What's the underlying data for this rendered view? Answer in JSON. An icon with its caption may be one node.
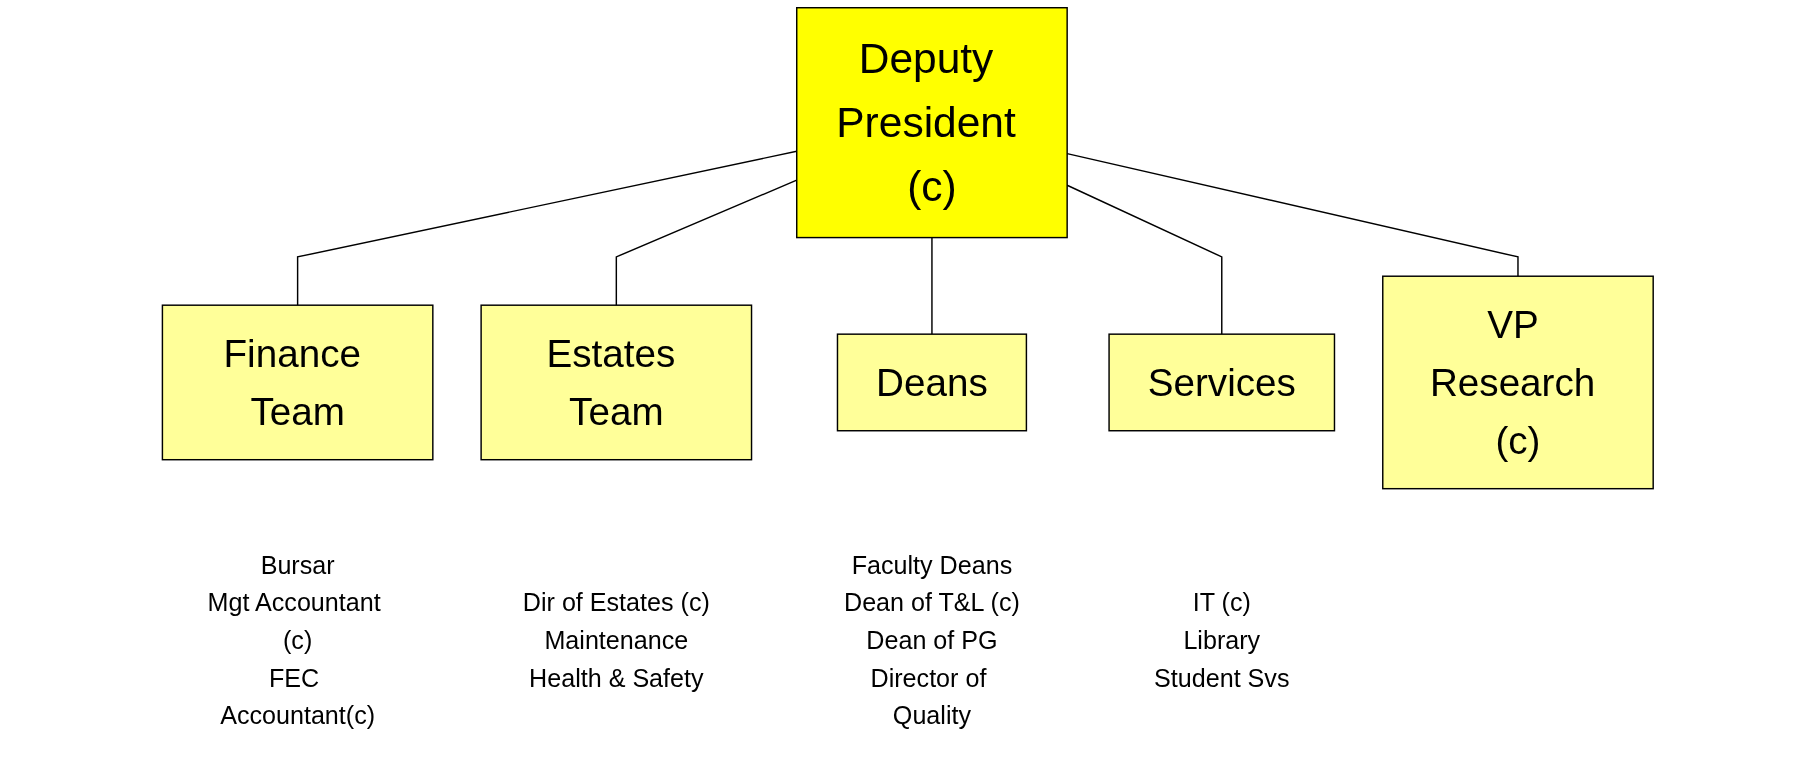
{
  "diagram": {
    "nodes": [
      {
        "text": [
          "Deputy President (c)"
        ]
      },
      {
        "text": [
          "Finance Team"
        ],
        "beside": [
          "Bursar",
          "Mgt Accountant (c)",
          "FEC Accountant(c)"
        ]
      },
      {
        "text": [
          "Estates Team"
        ],
        "beside": [
          "Dir of Estates (c)",
          "Maintenance",
          "Health & Safety"
        ]
      },
      {
        "text": [
          "Deans"
        ],
        "beside": [
          "Faculty Deans",
          "Dean of T&L (c)",
          "Dean of PG",
          "Director of Quality"
        ]
      },
      {
        "text": [
          "Services"
        ],
        "beside": [
          "IT (c)",
          "Library",
          "Student Svs"
        ]
      },
      {
        "text": [
          "VP Research (c)"
        ]
      }
    ],
    "edges": [
      {
        "from": 0,
        "to": 1,
        "arrow": "none"
      },
      {
        "from": 0,
        "to": 2,
        "arrow": "none"
      },
      {
        "from": 0,
        "to": 3,
        "arrow": "none"
      },
      {
        "from": 0,
        "to": 4,
        "arrow": "none"
      },
      {
        "from": 0,
        "to": 5,
        "arrow": "none"
      }
    ]
  }
}
